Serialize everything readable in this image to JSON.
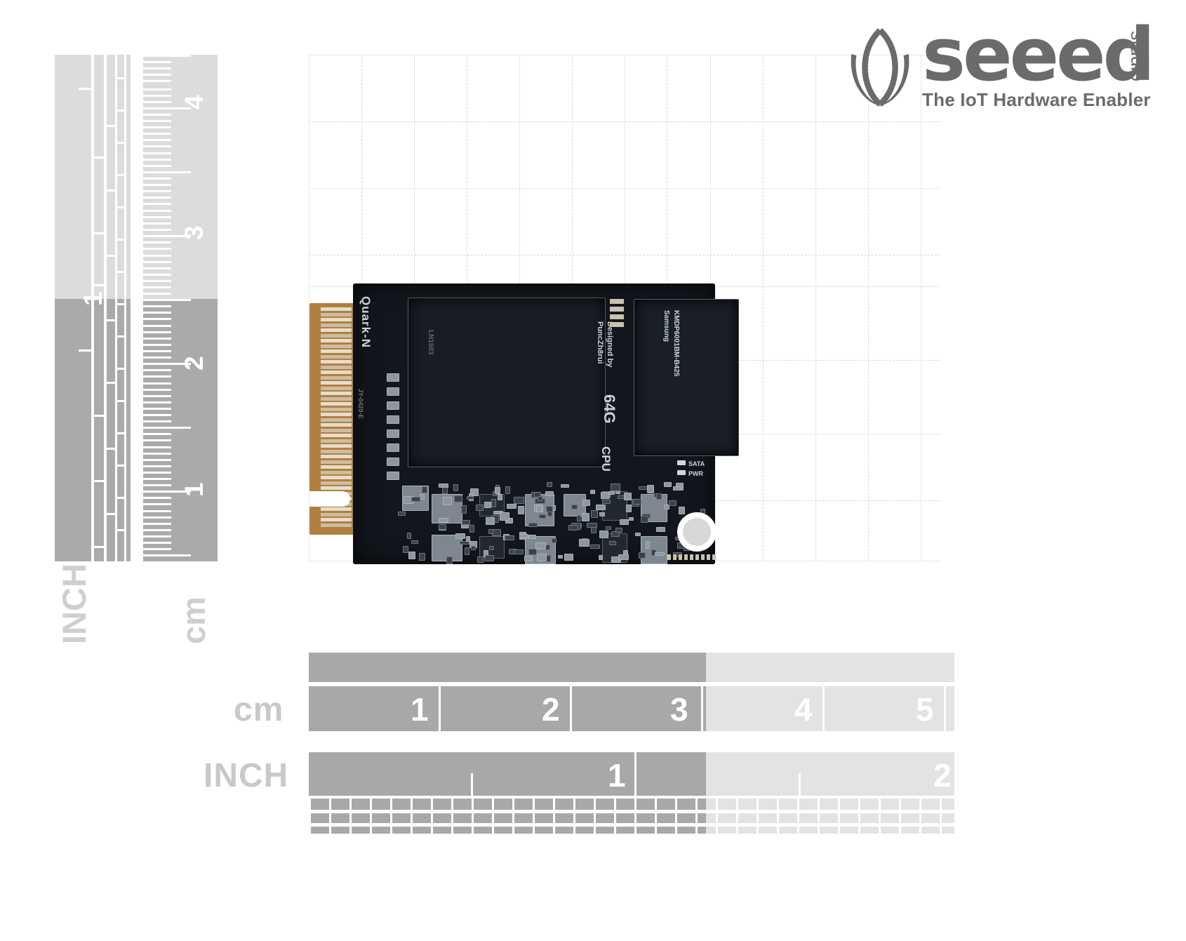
{
  "brand": {
    "name": "seeed",
    "sub": "studio",
    "tagline": "The IoT Hardware Enabler",
    "logo_icon": "seeed-leaf-globe-icon",
    "color": "#6b6b6b"
  },
  "rulers": {
    "vertical": {
      "inch": {
        "label": "INCH",
        "numbers": [
          "1"
        ],
        "label_color": "#cfcfcf",
        "active_color": "#aaaaaa",
        "inactive_color": "#dcdcdc"
      },
      "cm": {
        "label": "cm",
        "numbers": [
          "1",
          "2",
          "3",
          "4"
        ],
        "active_color": "#aaaaaa",
        "inactive_color": "#dcdcdc"
      }
    },
    "horizontal": {
      "cm": {
        "label": "cm",
        "numbers": [
          "1",
          "2",
          "3",
          "4",
          "5"
        ],
        "active_numbers": [
          "1",
          "2",
          "3"
        ],
        "inactive_numbers": [
          "4",
          "5"
        ],
        "active_color": "#a8a8a8",
        "inactive_color": "#e3e3e3"
      },
      "inch": {
        "label": "INCH",
        "numbers": [
          "1",
          "2"
        ],
        "active_numbers": [
          "1"
        ],
        "inactive_numbers": [
          "2"
        ],
        "active_color": "#a8a8a8",
        "inactive_color": "#e3e3e3"
      }
    }
  },
  "product": {
    "name": "Quark-N",
    "silkscreen": {
      "board_name": "Quark-N",
      "designed_by": "Designed by",
      "designer": "PuncZh8rui",
      "storage": "64G",
      "cpu": "CPU",
      "memory_vendor": "Samsung",
      "memory_part": "KMDP6001BM-B425",
      "sata_label": "SATA",
      "pwr_label": "PWR",
      "edge_code": "JY-0420-E",
      "chip_marking": "LN1503"
    },
    "colors": {
      "pcb": "#13171d",
      "gold_finger": "#b08040",
      "silk": "#c9d3dd"
    }
  },
  "background": {
    "color": "#ffffff",
    "grid_color": "#e9e9e9"
  }
}
